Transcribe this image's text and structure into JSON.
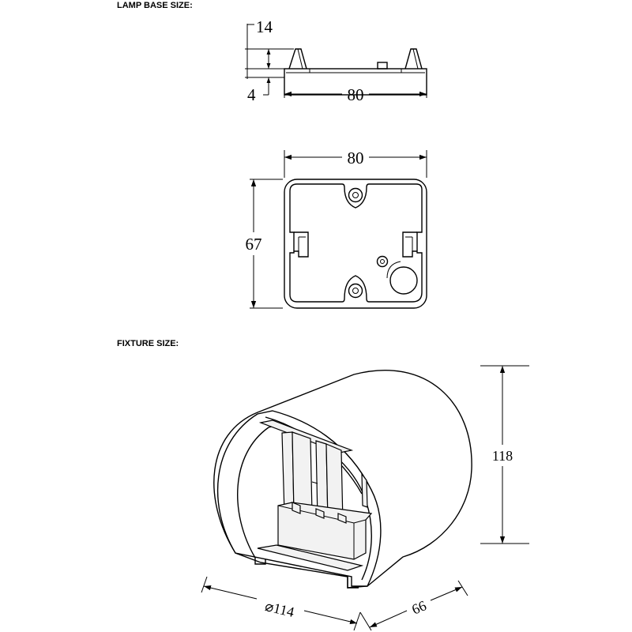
{
  "headings": {
    "lamp_base": "LAMP BASE SIZE:",
    "fixture": "FIXTURE SIZE:"
  },
  "dimensions": {
    "base_height": "14",
    "base_plate": "4",
    "side_width": "80",
    "top_width": "80",
    "top_depth": "67",
    "fixture_height": "118",
    "fixture_diameter": "⌀114",
    "fixture_depth": "66"
  }
}
